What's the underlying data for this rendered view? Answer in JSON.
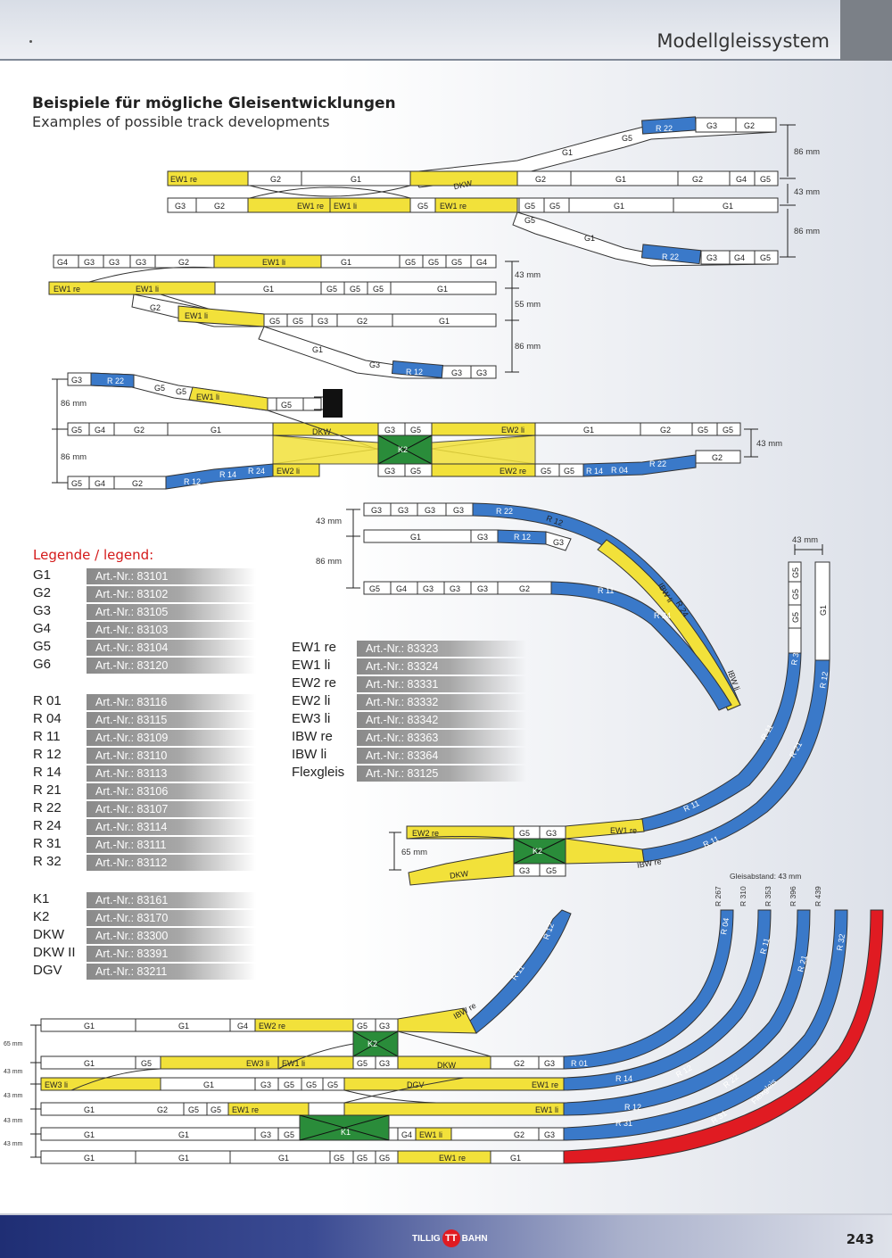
{
  "header": {
    "title": "Modellgleissystem"
  },
  "titles": {
    "de": "Beispiele für mögliche Gleisentwicklungen",
    "en": "Examples of possible track developments"
  },
  "legend": {
    "title_de": "Legende",
    "sep": " / ",
    "title_en": "legend:",
    "left_items": [
      {
        "code": "G1",
        "art": "Art.-Nr.: 83101"
      },
      {
        "code": "G2",
        "art": "Art.-Nr.: 83102"
      },
      {
        "code": "G3",
        "art": "Art.-Nr.: 83105"
      },
      {
        "code": "G4",
        "art": "Art.-Nr.: 83103"
      },
      {
        "code": "G5",
        "art": "Art.-Nr.: 83104"
      },
      {
        "code": "G6",
        "art": "Art.-Nr.: 83120"
      },
      {
        "code": "R 01",
        "art": "Art.-Nr.: 83116"
      },
      {
        "code": "R 04",
        "art": "Art.-Nr.: 83115"
      },
      {
        "code": "R 11",
        "art": "Art.-Nr.: 83109"
      },
      {
        "code": "R 12",
        "art": "Art.-Nr.: 83110"
      },
      {
        "code": "R 14",
        "art": "Art.-Nr.: 83113"
      },
      {
        "code": "R 21",
        "art": "Art.-Nr.: 83106"
      },
      {
        "code": "R 22",
        "art": "Art.-Nr.: 83107"
      },
      {
        "code": "R 24",
        "art": "Art.-Nr.: 83114"
      },
      {
        "code": "R 31",
        "art": "Art.-Nr.: 83111"
      },
      {
        "code": "R 32",
        "art": "Art.-Nr.: 83112"
      },
      {
        "code": "K1",
        "art": "Art.-Nr.: 83161"
      },
      {
        "code": "K2",
        "art": "Art.-Nr.: 83170"
      },
      {
        "code": "DKW",
        "art": "Art.-Nr.: 83300"
      },
      {
        "code": "DKW II",
        "art": "Art.-Nr.: 83391"
      },
      {
        "code": "DGV",
        "art": "Art.-Nr.: 83211"
      }
    ],
    "right_items": [
      {
        "code": "EW1 re",
        "art": "Art.-Nr.: 83323"
      },
      {
        "code": "EW1 li",
        "art": "Art.-Nr.: 83324"
      },
      {
        "code": "EW2 re",
        "art": "Art.-Nr.: 83331"
      },
      {
        "code": "EW2 li",
        "art": "Art.-Nr.: 83332"
      },
      {
        "code": "EW3 li",
        "art": "Art.-Nr.: 83342"
      },
      {
        "code": "IBW re",
        "art": "Art.-Nr.: 83363"
      },
      {
        "code": "IBW li",
        "art": "Art.-Nr.: 83364"
      },
      {
        "code": "Flexgleis",
        "art": "Art.-Nr.: 83125"
      }
    ]
  },
  "dimensions": {
    "d86": "86 mm",
    "d43": "43 mm",
    "d55": "55 mm",
    "d65": "65 mm"
  },
  "gleisabstand": "Gleisabstand: 43 mm",
  "radii": [
    "R 267",
    "R 310",
    "R 353",
    "R 396",
    "R 439"
  ],
  "footer": {
    "logo_left": "TILLIG",
    "logo_mid": "TT",
    "logo_right": "BAHN",
    "page": "243"
  },
  "colors": {
    "yellow": "#f2e13a",
    "blue": "#3a79c9",
    "green": "#2a8c3a",
    "red": "#e01b22",
    "white": "#ffffff"
  }
}
